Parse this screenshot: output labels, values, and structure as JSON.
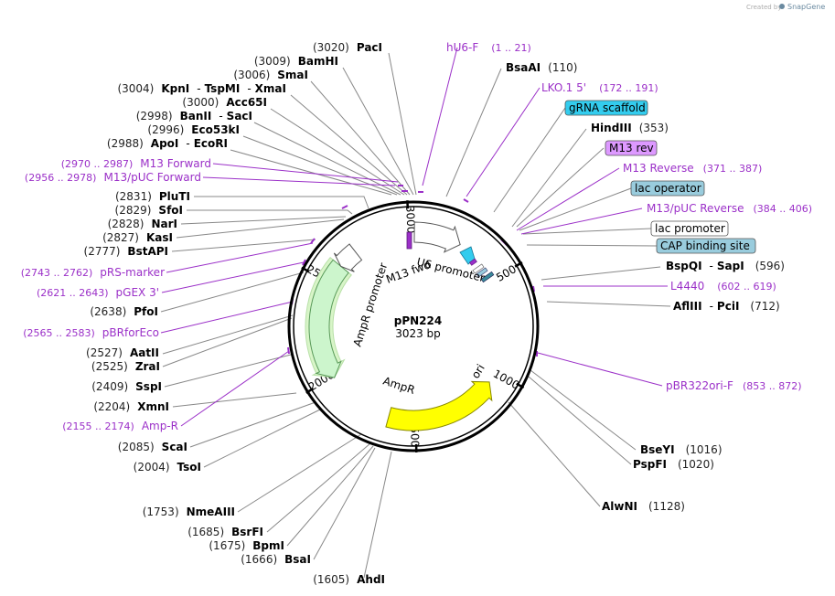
{
  "credit": {
    "prefix": "Created by",
    "brand": "SnapGene"
  },
  "plasmid": {
    "name": "pPN224",
    "size_label": "3023 bp",
    "length": 3023
  },
  "ticks": [
    {
      "label": "500",
      "pos": 500
    },
    {
      "label": "1000",
      "pos": 1000
    },
    {
      "label": "1500",
      "pos": 1500
    },
    {
      "label": "2000",
      "pos": 2000
    },
    {
      "label": "2500",
      "pos": 2500
    },
    {
      "label": "3000",
      "pos": 3000
    }
  ],
  "features": [
    {
      "label": "AmpR",
      "start": 1990,
      "end": 2600,
      "color": "#ccf5cc",
      "stroke": "#5a9a5a",
      "direction": "reverse",
      "ring": "inner"
    },
    {
      "label": "AmpR promoter",
      "start": 2600,
      "end": 2705,
      "color": "#ffffff",
      "stroke": "#555555",
      "direction": "reverse",
      "ring": "inner"
    },
    {
      "label": "ori",
      "start": 1060,
      "end": 1640,
      "color": "#ffff00",
      "stroke": "#888800",
      "direction": "reverse",
      "ring": "inner"
    },
    {
      "label": "U6 promoter",
      "start": 5,
      "end": 250,
      "color": "#ffffff",
      "stroke": "#555555",
      "direction": "forward",
      "ring": "inner"
    },
    {
      "label": "M13 fwd",
      "start": 2970,
      "end": 2987,
      "color": "#9b30c8",
      "stroke": "#6a1a90",
      "direction": "forward",
      "ring": "small"
    }
  ],
  "cut_sites": [
    {
      "pos_label": "(3020)",
      "names": [
        "PacI"
      ]
    },
    {
      "pos_label": "(3009)",
      "names": [
        "BamHI"
      ]
    },
    {
      "pos_label": "(3006)",
      "names": [
        "SmaI"
      ]
    },
    {
      "pos_label": "(3004)",
      "names": [
        "KpnI",
        "TspMI",
        "XmaI"
      ]
    },
    {
      "pos_label": "(3000)",
      "names": [
        "Acc65I"
      ]
    },
    {
      "pos_label": "(2998)",
      "names": [
        "BanII",
        "SacI"
      ]
    },
    {
      "pos_label": "(2996)",
      "names": [
        "Eco53kI"
      ]
    },
    {
      "pos_label": "(2988)",
      "names": [
        "ApoI",
        "EcoRI"
      ]
    },
    {
      "pos_label": "(2831)",
      "names": [
        "PluTI"
      ]
    },
    {
      "pos_label": "(2829)",
      "names": [
        "SfoI"
      ]
    },
    {
      "pos_label": "(2828)",
      "names": [
        "NarI"
      ]
    },
    {
      "pos_label": "(2827)",
      "names": [
        "KasI"
      ]
    },
    {
      "pos_label": "(2777)",
      "names": [
        "BstAPI"
      ]
    },
    {
      "pos_label": "(2638)",
      "names": [
        "PfoI"
      ]
    },
    {
      "pos_label": "(2527)",
      "names": [
        "AatII"
      ]
    },
    {
      "pos_label": "(2525)",
      "names": [
        "ZraI"
      ]
    },
    {
      "pos_label": "(2409)",
      "names": [
        "SspI"
      ]
    },
    {
      "pos_label": "(2204)",
      "names": [
        "XmnI"
      ]
    },
    {
      "pos_label": "(2085)",
      "names": [
        "ScaI"
      ]
    },
    {
      "pos_label": "(2004)",
      "names": [
        "TsoI"
      ]
    },
    {
      "pos_label": "(1753)",
      "names": [
        "NmeAIII"
      ]
    },
    {
      "pos_label": "(1685)",
      "names": [
        "BsrFI"
      ]
    },
    {
      "pos_label": "(1675)",
      "names": [
        "BpmI"
      ]
    },
    {
      "pos_label": "(1666)",
      "names": [
        "BsaI"
      ]
    },
    {
      "pos_label": "(1605)",
      "names": [
        "AhdI"
      ]
    },
    {
      "pos_label": "(110)",
      "names": [
        "BsaAI"
      ]
    },
    {
      "pos_label": "(353)",
      "names": [
        "HindIII"
      ]
    },
    {
      "pos_label": "(596)",
      "names": [
        "BspQI",
        "SapI"
      ]
    },
    {
      "pos_label": "(712)",
      "names": [
        "AflIII",
        "PciI"
      ]
    },
    {
      "pos_label": "(1016)",
      "names": [
        "BseYI"
      ]
    },
    {
      "pos_label": "(1020)",
      "names": [
        "PspFI"
      ]
    },
    {
      "pos_label": "(1128)",
      "names": [
        "AlwNI"
      ]
    }
  ],
  "primers": [
    {
      "name": "hU6-F",
      "range": "(1 .. 21)"
    },
    {
      "name": "LKO.1 5'",
      "range": "(172 .. 191)"
    },
    {
      "name": "M13 Reverse",
      "range": "(371 .. 387)"
    },
    {
      "name": "M13/pUC Reverse",
      "range": "(384 .. 406)"
    },
    {
      "name": "L4440",
      "range": "(602 .. 619)"
    },
    {
      "name": "pBR322ori-F",
      "range": "(853 .. 872)"
    },
    {
      "name": "M13 Forward",
      "range": "(2970 .. 2987)"
    },
    {
      "name": "M13/pUC Forward",
      "range": "(2956 .. 2978)"
    },
    {
      "name": "pRS-marker",
      "range": "(2743 .. 2762)"
    },
    {
      "name": "pGEX 3'",
      "range": "(2621 .. 2643)"
    },
    {
      "name": "pBRforEco",
      "range": "(2565 .. 2583)"
    },
    {
      "name": "Amp-R",
      "range": "(2155 .. 2174)"
    }
  ],
  "feature_boxes": [
    {
      "label": "gRNA scaffold",
      "color": "#33ccee"
    },
    {
      "label": "M13 rev",
      "color": "#dd99ff"
    },
    {
      "label": "lac operator",
      "color": "#99ccdd"
    },
    {
      "label": "lac promoter",
      "color": "#ffffff"
    },
    {
      "label": "CAP binding site",
      "color": "#99ccdd"
    }
  ]
}
